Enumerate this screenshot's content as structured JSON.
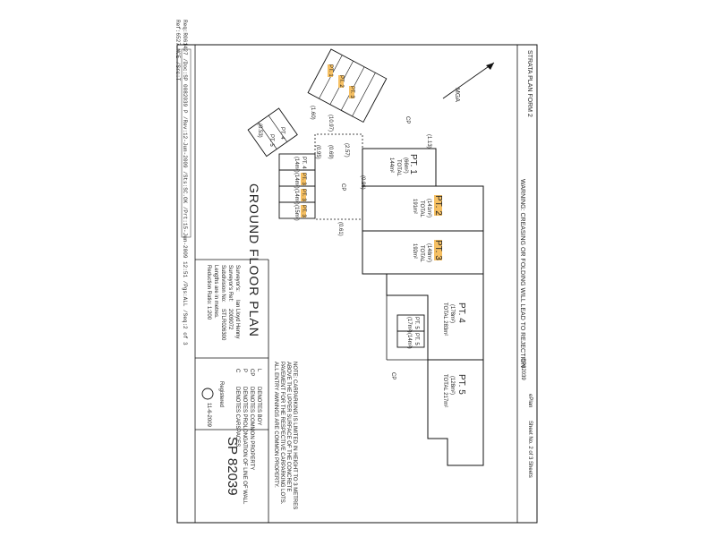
{
  "header": {
    "line1": "Req:R061427 /Doc:SP 0082039 P /Rev:12-Jun-2009 /Sts:SC.OK /Prt:15-Jun-2009 12:51 /Pgs:ALL /Seq:2 of 3",
    "line2": "Ref:6527.MCE /Src:T"
  },
  "form_title": "STRATA PLAN FORM 2",
  "warning": "WARNING: CREASING OR FOLDING WILL LEAD TO REJECTION",
  "sheet_ref": "ePlan",
  "sheet_no": "Sheet No. 2 of 3 Sheets",
  "plan_no_small": "SP82039",
  "title": "GROUND FLOOR PLAN",
  "surveyor": {
    "line1": "Surveyor's:",
    "name": "Ian Lloyd Henny",
    "ref_label": "Surveyor's Ref:",
    "ref": "2009072",
    "sub_label": "Subdivision No:",
    "sub": "STLR026300",
    "lengths": "Lengths are in metres.",
    "ratio": "Reduction Ratio: 1:200"
  },
  "registered": {
    "label": "Registered",
    "date": "11-6-2009"
  },
  "plan_number": "SP 82039",
  "notes": {
    "note1": "NOTE: CARPARKING IS LIMITED IN HEIGHT TO 3 METRES",
    "note2": "ABOVE THE UPPER SURFACE OF THE CONCRETE",
    "note3": "PAVEMENT FOR THE RESPECTIVE CARPARKING LOTS.",
    "note4": "ALL ENTRY AWNINGS ARE COMMON PROPERTY."
  },
  "legend": [
    {
      "sym": "L",
      "text": "DENOTES BOY"
    },
    {
      "sym": "CP",
      "text": "DENOTES COMMON PROPERTY"
    },
    {
      "sym": "P",
      "text": "DENOTES PROLONGATION OF LINE OF WALL"
    },
    {
      "sym": "C",
      "text": "DENOTES CARSPACES"
    }
  ],
  "lots": [
    {
      "id": "pt1",
      "l1": "PT. 1",
      "l2": "(66m²)",
      "l3": "TOTAL",
      "l4": "144m²"
    },
    {
      "id": "pt2",
      "l1": "PT. 2",
      "l2": "(141m²)",
      "l3": "TOTAL",
      "l4": "191m²"
    },
    {
      "id": "pt3",
      "l1": "PT. 3",
      "l2": "(148m²)",
      "l3": "TOTAL",
      "l4": "192m²"
    },
    {
      "id": "pt4",
      "l1": "PT. 4",
      "l2": "(178m²)",
      "l3": "TOTAL 283m²"
    },
    {
      "id": "pt5",
      "l1": "PT. 5",
      "l2": "(128m²)",
      "l3": "TOTAL 217m²"
    }
  ],
  "carspaces": [
    {
      "label": "PT. 4",
      "area": "(14m²)"
    },
    {
      "label": "PT. 3",
      "area": "(14m²)"
    },
    {
      "label": "PT. 3",
      "area": "(14m²)"
    },
    {
      "label": "PT. 3",
      "area": "(15m²)"
    },
    {
      "label": "PT. 5",
      "area": "(17m²)"
    },
    {
      "label": "PT. 5",
      "area": "(14m²)"
    }
  ],
  "angled_spaces": [
    "PT. 1",
    "PT. 2",
    "PT. 3",
    "PT. 4",
    "PT. 5"
  ],
  "cp": "CP",
  "dims": [
    "(0.53)",
    "(0.95)",
    "(1.60)",
    "(0.69)",
    "(2.57)",
    "(1.13)",
    "(10.97)",
    "(0.61)",
    "(0.96)"
  ],
  "north": "MGA",
  "colors": {
    "highlight": "#f6c063",
    "line": "#111111"
  }
}
